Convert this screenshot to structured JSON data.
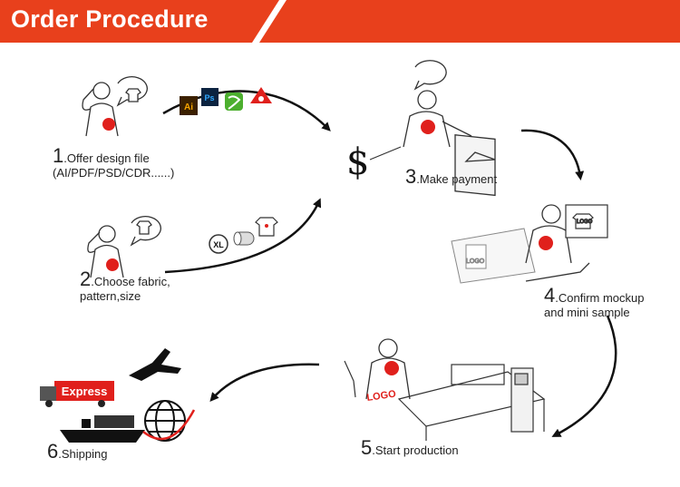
{
  "header": {
    "title": "Order Procedure",
    "bar_color": "#e8401c"
  },
  "steps": [
    {
      "num": "1",
      "line1": ".Offer design file",
      "line2": "(AI/PDF/PSD/CDR......)"
    },
    {
      "num": "2",
      "line1": ".Choose fabric,",
      "line2": "pattern,size"
    },
    {
      "num": "3",
      "line1": ".Make payment",
      "line2": ""
    },
    {
      "num": "4",
      "line1": ".Confirm mockup",
      "line2": "and mini sample"
    },
    {
      "num": "5",
      "line1": ".Start production",
      "line2": ""
    },
    {
      "num": "6",
      "line1": ".Shipping",
      "line2": ""
    }
  ],
  "payment_symbol": "$",
  "file_icons": [
    "Ai",
    "Ps"
  ],
  "size_badge": "XL",
  "logo_text": "LOGO",
  "express_text": "Express",
  "colors": {
    "accent": "#e8401c",
    "ink": "#222222",
    "logo_red": "#e0201c"
  },
  "icons": [
    "illustrator-icon",
    "photoshop-icon",
    "coreldraw-icon",
    "pdf-icon",
    "dollar-icon",
    "airplane-icon",
    "truck-icon",
    "ship-icon",
    "globe-icon",
    "xl-size-icon",
    "fabric-roll-icon",
    "tshirt-icon",
    "computer-monitor-icon",
    "printing-machine-icon"
  ]
}
